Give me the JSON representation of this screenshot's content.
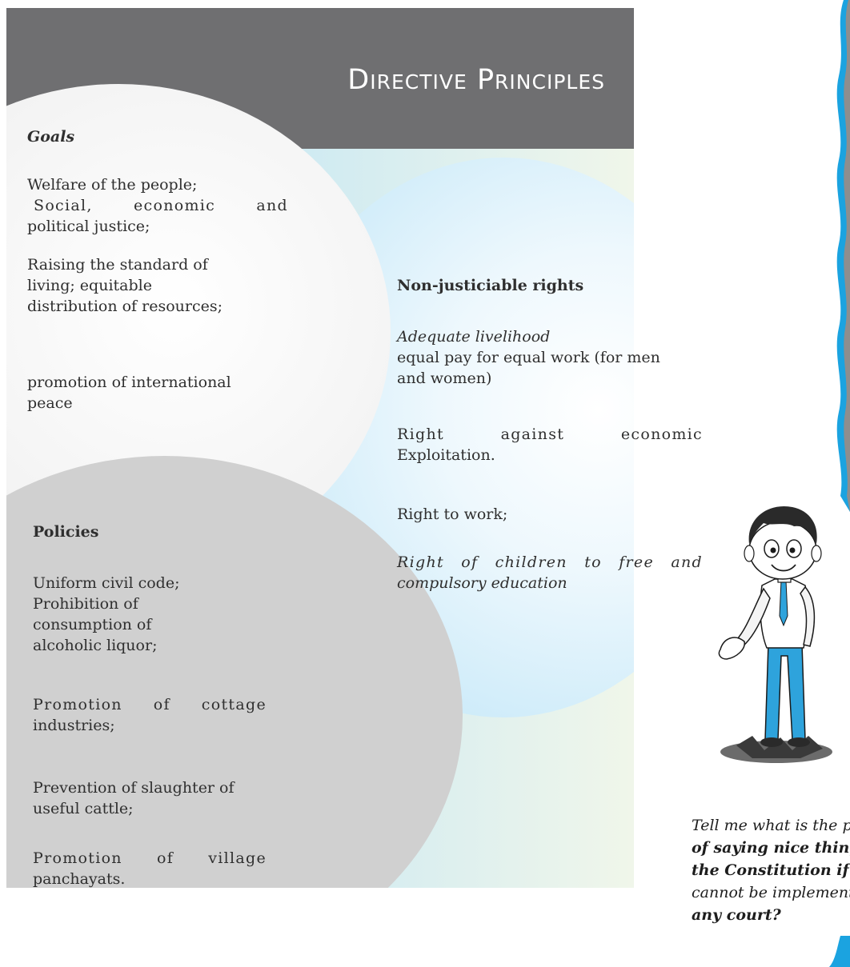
{
  "title": {
    "first": "D",
    "first_rest": "IRECTIVE",
    "second": "P",
    "second_rest": "RINCIPLES"
  },
  "goals": {
    "heading": "Goals",
    "items": [
      [
        "Welfare of the people;",
        "Social, economic and",
        "political justice;"
      ],
      [
        "Raising the standard of",
        "living; equitable",
        "distribution of  resources;"
      ],
      [
        "promotion of international",
        "peace"
      ]
    ]
  },
  "rights": {
    "heading": "Non-justiciable rights",
    "adequate": "Adequate livelihood",
    "equal_pay": [
      "equal pay for equal work (for men",
      "and women)"
    ],
    "exploitation": [
      "Right against economic",
      "Exploitation."
    ],
    "work": "Right to work;",
    "children": [
      "Right of children to free and",
      "compulsory education"
    ]
  },
  "policies": {
    "heading": "Policies",
    "items": [
      [
        "Uniform civil code;",
        "Prohibition of",
        "consumption of",
        "alcoholic liquor;"
      ],
      [
        "Promotion of cottage",
        "industries;"
      ],
      [
        "Prevention of slaughter of",
        "useful cattle;"
      ],
      [
        "Promotion of village",
        "panchayats."
      ]
    ]
  },
  "quote": {
    "lines": [
      "Tell me what is the poi",
      "of saying nice things",
      "the Constitution if the",
      "cannot be implemented",
      "any court?"
    ]
  },
  "colors": {
    "header": "#6f6f71",
    "accent_blue": "#1ba3e0",
    "panel_blue": "#a9dcf3",
    "bottom_circle": "#d0d0d0"
  },
  "icons": {
    "character": "cartoon-boy-pointing-icon",
    "edge": "blue-wavy-edge-icon"
  }
}
